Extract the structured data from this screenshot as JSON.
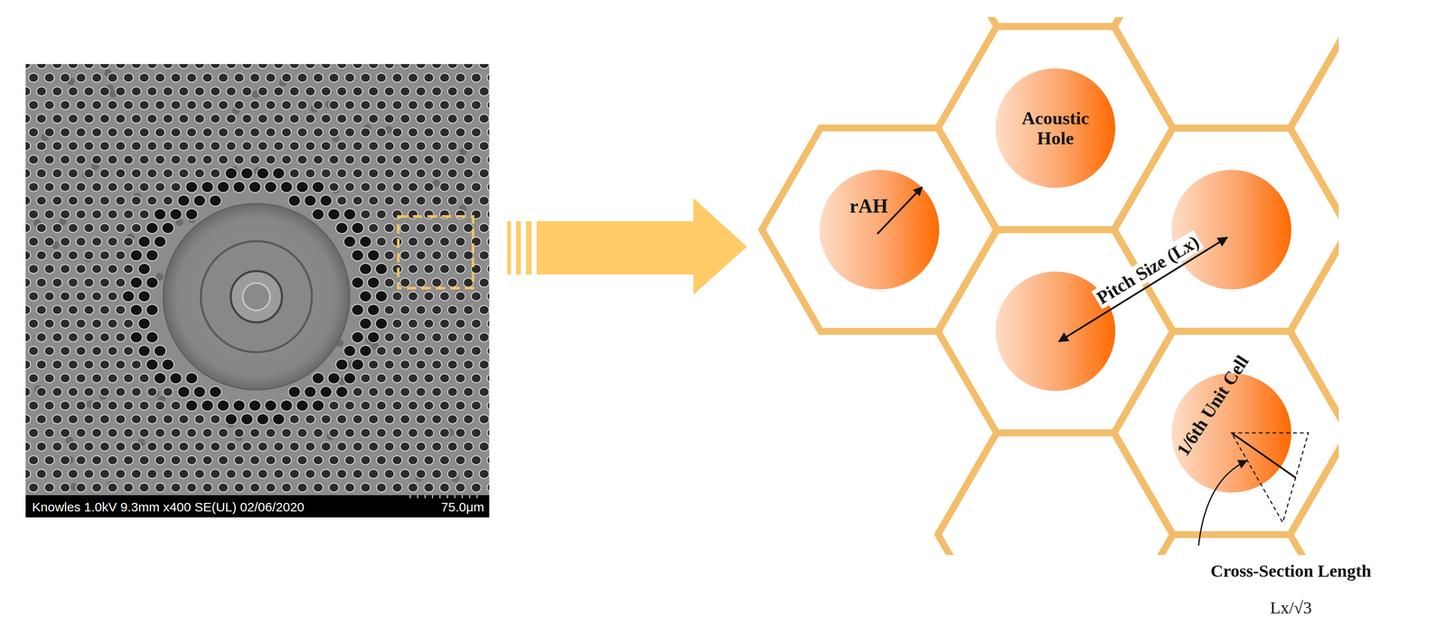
{
  "diagram": {
    "nodes": [
      {
        "text": [
          "rAH"
        ]
      },
      {
        "text": [
          "Acoustic Hole"
        ]
      },
      {
        "text": [
          "1/6th Unit Cell"
        ]
      }
    ],
    "labels": [
      "Knowles 1.0kV 9.3mm x400 SE(UL) 02/06/2020",
      "75.0μm",
      "Pitch Size (Lx)",
      "Cross-Section Length",
      "Lx/√3"
    ]
  }
}
